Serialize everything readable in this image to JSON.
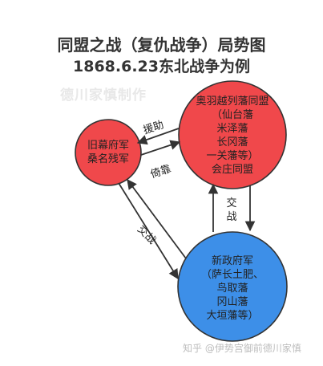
{
  "title": {
    "line1": "同盟之战（复仇战争）局势图",
    "line2": "1868.6.23东北战争为例"
  },
  "watermark": {
    "top": "德川家慎制作",
    "bottom": "知乎 @伊势宫御前德川家慎"
  },
  "nodes": {
    "alliance": {
      "lines": [
        "奥羽越列藩同盟",
        "（仙台藩",
        "米泽藩",
        "长冈藩",
        "一关藩等）",
        "会庄同盟"
      ],
      "color": "#f0484b"
    },
    "shogunate": {
      "lines": [
        "旧幕府军",
        "桑名残军"
      ],
      "color": "#f0484b"
    },
    "government": {
      "lines": [
        "新政府军",
        "（萨长土肥、",
        "鸟取藩",
        "冈山藩",
        "大垣藩等）"
      ],
      "color": "#3d8fe8"
    }
  },
  "edges": {
    "aid": "援助",
    "rely": "倚靠",
    "battle_left": "交战",
    "battle_right": "交战"
  },
  "colors": {
    "stroke": "#333333",
    "text": "#222222"
  }
}
